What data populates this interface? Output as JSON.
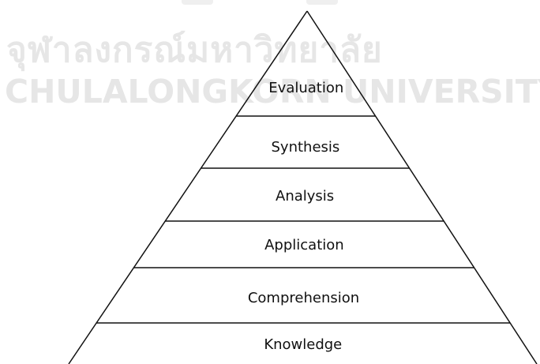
{
  "watermark": {
    "thai": "จุฬาลงกรณ์มหาวิทยาลัย",
    "english": "CHULALONGKORN UNIVERSITY"
  },
  "pyramid": {
    "levels": [
      {
        "label": "Evaluation"
      },
      {
        "label": "Synthesis"
      },
      {
        "label": "Analysis"
      },
      {
        "label": "Application"
      },
      {
        "label": "Comprehension"
      },
      {
        "label": "Knowledge"
      }
    ]
  },
  "colors": {
    "line": "#111111",
    "watermark": "#e6e6e6"
  }
}
